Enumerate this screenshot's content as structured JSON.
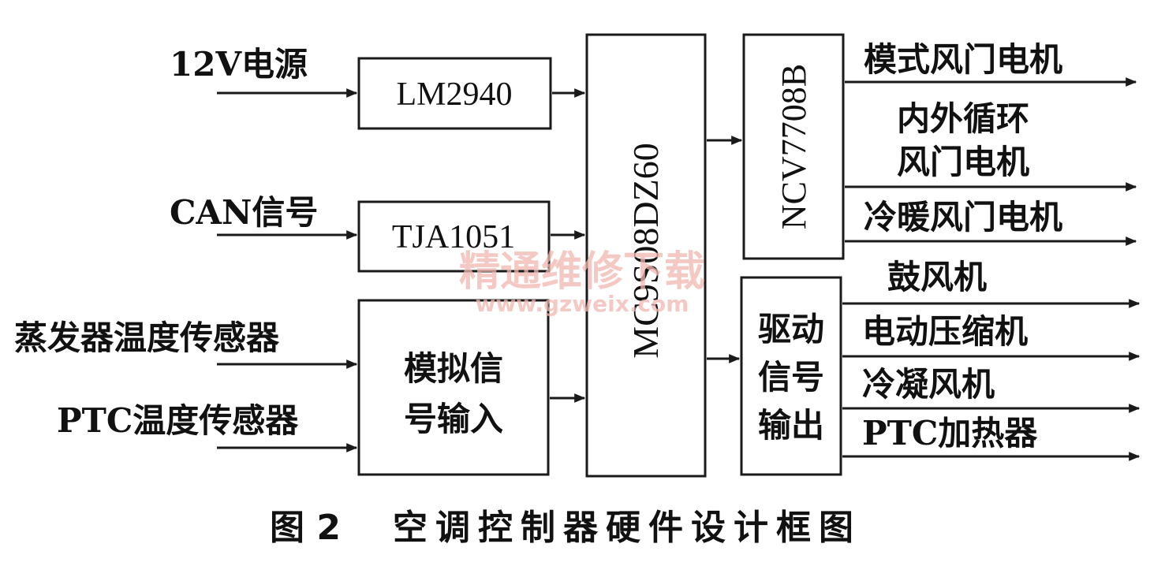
{
  "inputs": {
    "power": "12V电源",
    "can": "CAN信号",
    "evap_sensor": "蒸发器温度传感器",
    "ptc_sensor": "PTC温度传感器"
  },
  "blocks": {
    "regulator": "LM2940",
    "transceiver": "TJA1051",
    "analog_line1": "模拟信",
    "analog_line2": "号输入",
    "mcu": "MC9S08DZ60",
    "driver_ic": "NCV7708B",
    "drive_line1": "驱动",
    "drive_line2": "信号",
    "drive_line3": "输出"
  },
  "outputs": {
    "mode_door_motor": "模式风门电机",
    "recirc_line1": "内外循环",
    "recirc_line2": "风门电机",
    "temp_door_motor": "冷暖风门电机",
    "blower": "鼓风机",
    "compressor": "电动压缩机",
    "condenser_fan": "冷凝风机",
    "ptc_heater": "PTC加热器"
  },
  "watermark": {
    "line1": "精通维修下载",
    "line2": "www.gzweix.com"
  },
  "caption": {
    "number": "图 2",
    "title": "空调控制器硬件设计框图"
  }
}
